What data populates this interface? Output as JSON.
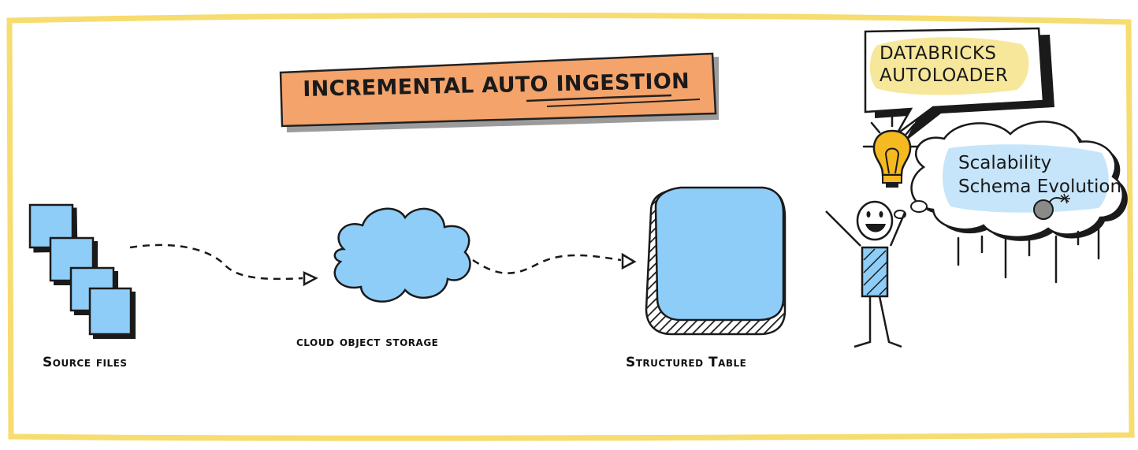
{
  "title": "INCREMENTAL AUTO INGESTION",
  "callout": {
    "line1": "DATABRICKS",
    "line2": "AUTOLOADER"
  },
  "benefits": {
    "line1": "Scalability",
    "line2": "Schema Evolution"
  },
  "nodes": {
    "source": "Source files",
    "storage": "cloud object storage",
    "table": "Structured Table"
  },
  "colors": {
    "frame": "#f7dc6f",
    "banner": "#f4a36b",
    "shape_fill": "#8ecdf8",
    "highlight": "#f7e79a",
    "bulb": "#f5b921",
    "ink": "#111111"
  },
  "icons": [
    "file-icon",
    "cloud-icon",
    "table-icon",
    "lightbulb-icon",
    "stick-figure-icon",
    "bomb-icon",
    "arrow-icon"
  ]
}
